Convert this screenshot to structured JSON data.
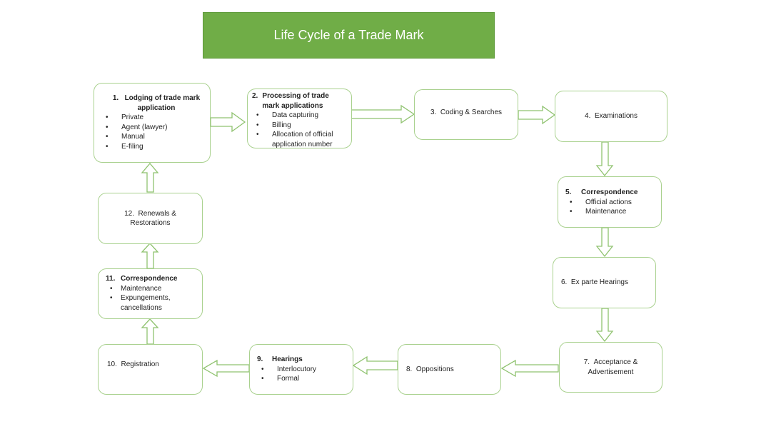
{
  "title": "Life Cycle of a Trade Mark",
  "colors": {
    "title_bg": "#70ad47",
    "border": "#a9d18e",
    "arrow": "#8fc26f"
  },
  "steps": [
    {
      "num": "1.",
      "title": "Lodging of trade mark application",
      "bullets": [
        "Private",
        "Agent (lawyer)",
        "Manual",
        "E-filing"
      ]
    },
    {
      "num": "2.",
      "title": "Processing of trade mark applications",
      "bullets": [
        "Data capturing",
        "Billing",
        "Allocation of official application number"
      ]
    },
    {
      "num": "3.",
      "title": "Coding & Searches"
    },
    {
      "num": "4.",
      "title": "Examinations"
    },
    {
      "num": "5.",
      "title": "Correspondence",
      "bullets": [
        "Official actions",
        "Maintenance"
      ]
    },
    {
      "num": "6.",
      "title": "Ex parte Hearings"
    },
    {
      "num": "7.",
      "title": "Acceptance & Advertisement"
    },
    {
      "num": "8.",
      "title": "Oppositions"
    },
    {
      "num": "9.",
      "title": "Hearings",
      "bullets": [
        "Interlocutory",
        "Formal"
      ]
    },
    {
      "num": "10.",
      "title": "Registration"
    },
    {
      "num": "11.",
      "title": "Correspondence",
      "bullets": [
        "Maintenance",
        "Expungements, cancellations"
      ]
    },
    {
      "num": "12.",
      "title": "Renewals & Restorations"
    }
  ]
}
